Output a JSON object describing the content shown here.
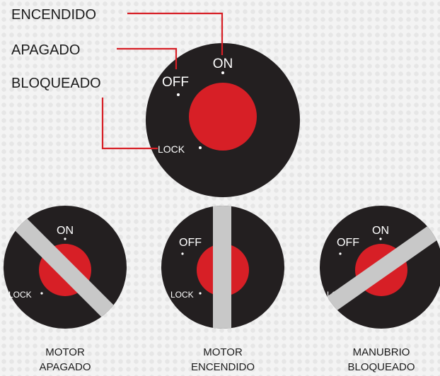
{
  "legend": {
    "on": "ENCENDIDO",
    "off": "APAGADO",
    "lock": "BLOQUEADO"
  },
  "dial": {
    "on": "ON",
    "off": "OFF",
    "lock": "LOCK"
  },
  "states": [
    {
      "caption_line1": "MOTOR",
      "caption_line2": "APAGADO"
    },
    {
      "caption_line1": "MOTOR",
      "caption_line2": "ENCENDIDO"
    },
    {
      "caption_line1": "MANUBRIO",
      "caption_line2": "BLOQUEADO"
    }
  ],
  "colors": {
    "dial": "#231f20",
    "knob": "#d71f26",
    "leader": "#d71f26",
    "blade": "#c8c8c8",
    "dial_text": "#ffffff",
    "label_text": "#1b1b1b"
  },
  "icons": {
    "position_marker": "dot"
  }
}
